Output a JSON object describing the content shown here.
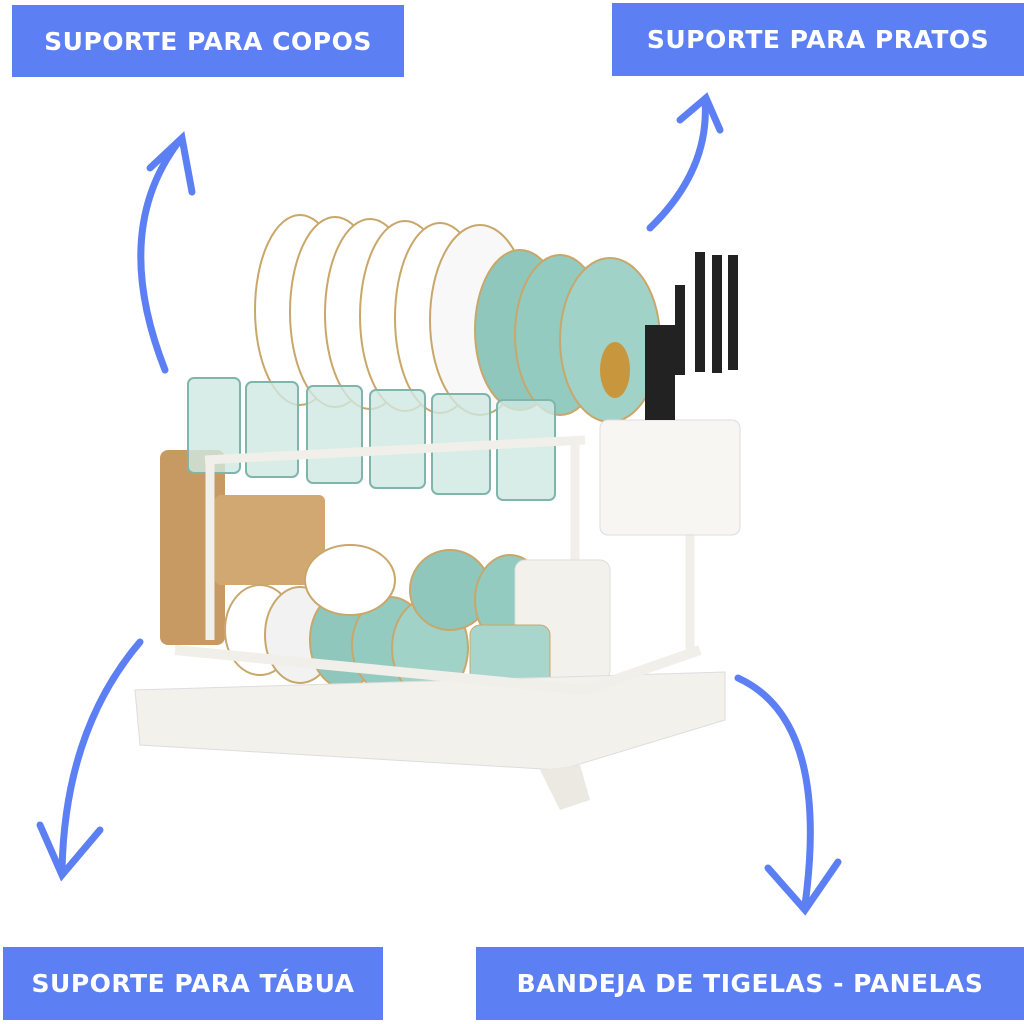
{
  "labels": {
    "top_left": "SUPORTE PARA COPOS",
    "top_right": "SUPORTE PARA PRATOS",
    "bottom_left": "SUPORTE PARA TÁBUA",
    "bottom_right": "BANDEJA DE TIGELAS - PANELAS"
  },
  "colors": {
    "accent": "#5d7ff4",
    "plate_teal": "#8fc7bd",
    "rack": "#f3f1ec"
  }
}
